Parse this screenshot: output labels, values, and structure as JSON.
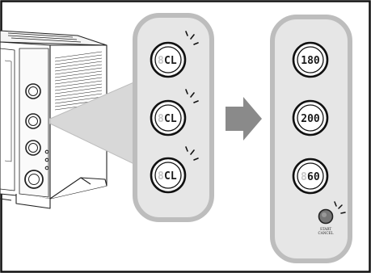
{
  "left_panel": {
    "dials": [
      {
        "ghost": "8",
        "value": "CL"
      },
      {
        "ghost": "8",
        "value": "CL"
      },
      {
        "ghost": "8",
        "value": "CL"
      }
    ]
  },
  "right_panel": {
    "dials": [
      {
        "value": "180"
      },
      {
        "value": "200"
      },
      {
        "ghost": "8",
        "value": "60"
      }
    ],
    "start_label_line1": "START",
    "start_label_line2": "CANCEL"
  },
  "colors": {
    "panel_fill": "#e6e6e6",
    "panel_border": "#bdbdbd",
    "arrow": "#8a8a8a",
    "frame": "#111111"
  }
}
